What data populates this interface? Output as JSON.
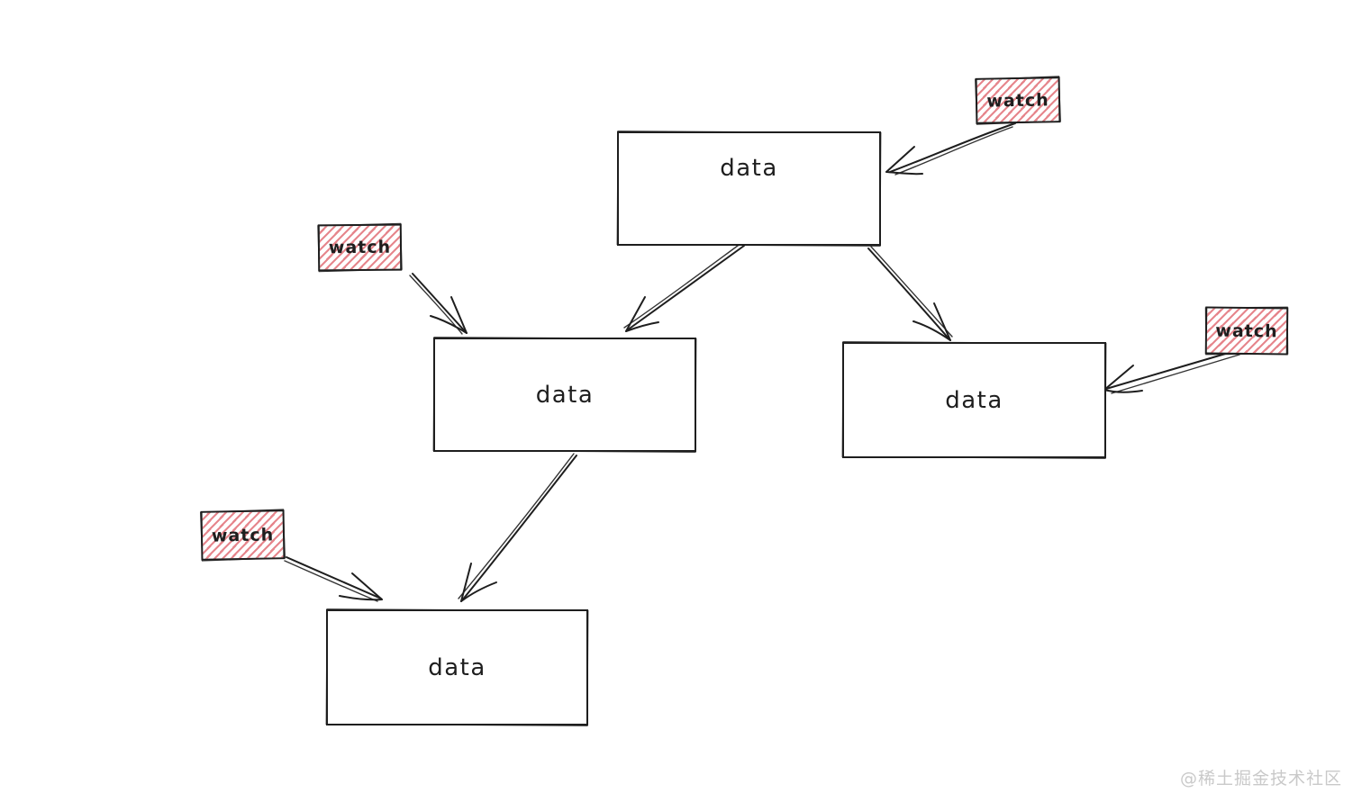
{
  "diagram": {
    "type": "hand-drawn-tree",
    "description_visible_text_only": "data dependency tree with watch tags",
    "nodes": {
      "data_top": {
        "label": "data",
        "type": "data"
      },
      "data_mid_left": {
        "label": "data",
        "type": "data"
      },
      "data_mid_right": {
        "label": "data",
        "type": "data"
      },
      "data_bottom": {
        "label": "data",
        "type": "data"
      },
      "watch_top": {
        "label": "watch",
        "type": "watch"
      },
      "watch_left": {
        "label": "watch",
        "type": "watch"
      },
      "watch_right": {
        "label": "watch",
        "type": "watch"
      },
      "watch_bottom": {
        "label": "watch",
        "type": "watch"
      }
    },
    "edges": [
      {
        "from": "watch_top",
        "to": "data_top"
      },
      {
        "from": "watch_left",
        "to": "data_mid_left"
      },
      {
        "from": "watch_right",
        "to": "data_mid_right"
      },
      {
        "from": "watch_bottom",
        "to": "data_bottom"
      },
      {
        "from": "data_top",
        "to": "data_mid_left"
      },
      {
        "from": "data_top",
        "to": "data_mid_right"
      },
      {
        "from": "data_mid_left",
        "to": "data_bottom"
      }
    ],
    "colors": {
      "stroke": "#1e1e1e",
      "watch_hatch": "#e06870",
      "background": "#ffffff"
    }
  },
  "watermark": {
    "text": "@稀土掘金技术社区",
    "color": "#c9c9c9"
  }
}
